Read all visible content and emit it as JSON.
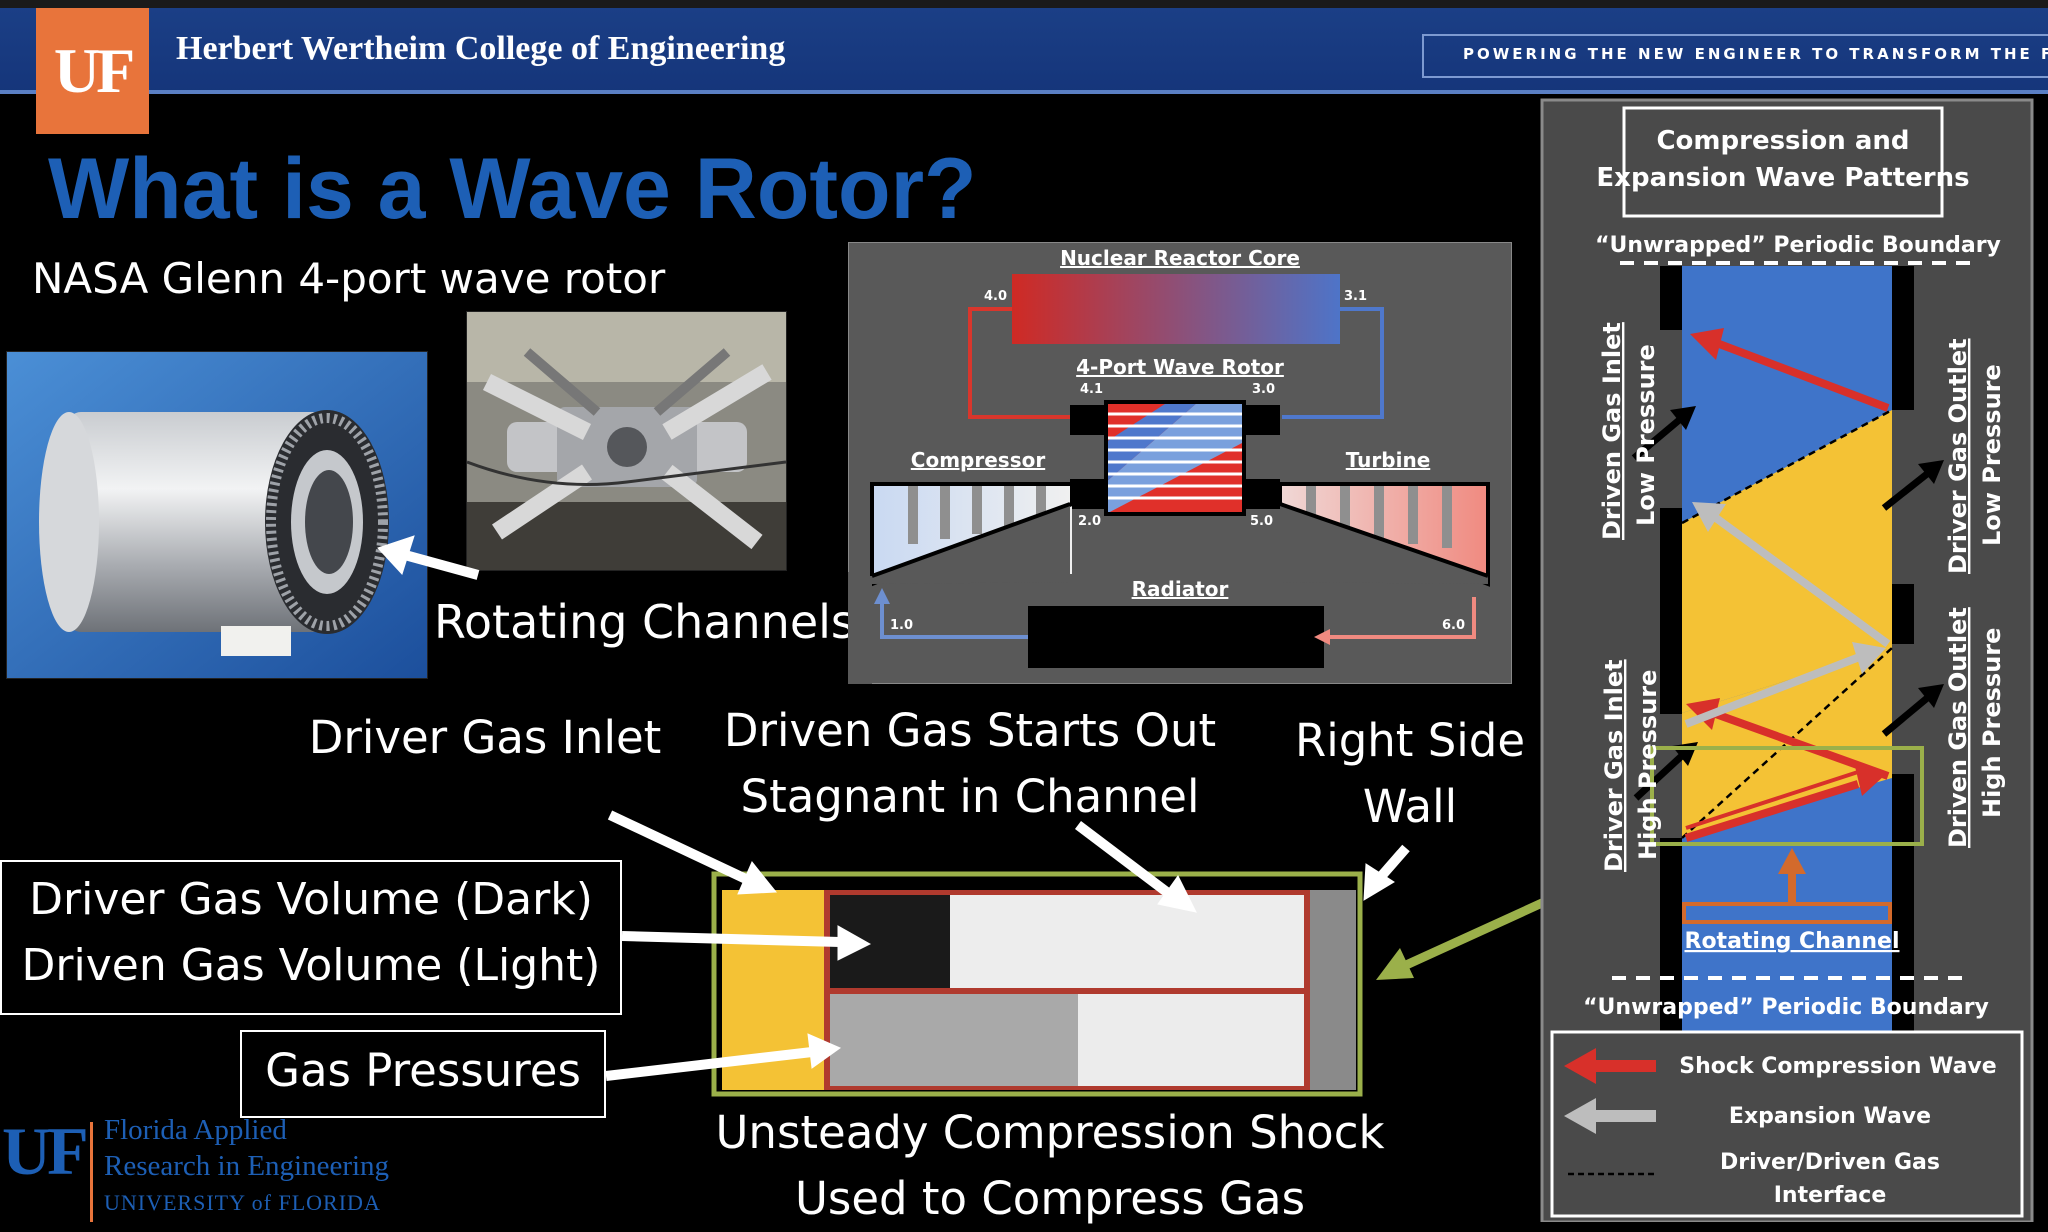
{
  "header": {
    "logo": "UF",
    "college": "Herbert Wertheim College of Engineering",
    "tagline": "POWERING THE NEW ENGINEER TO TRANSFORM THE FUTU"
  },
  "title": "What is a Wave Rotor?",
  "left": {
    "subtitle": "NASA Glenn 4-port wave rotor",
    "rotating_channels": "Rotating Channels"
  },
  "cycle": {
    "reactor": "Nuclear Reactor Core",
    "wave_rotor": "4-Port Wave Rotor",
    "compressor": "Compressor",
    "turbine": "Turbine",
    "radiator": "Radiator",
    "s40": "4.0",
    "s31": "3.1",
    "s41": "4.1",
    "s30": "3.0",
    "s20": "2.0",
    "s50": "5.0",
    "s10": "1.0",
    "s60": "6.0"
  },
  "channel": {
    "driver_gas_inlet": "Driver Gas Inlet",
    "driven_gas_starts": "Driven Gas Starts Out Stagnant in Channel",
    "right_side_wall": "Right Side Wall",
    "volume_line1": "Driver Gas Volume (Dark)",
    "volume_line2": "Driven Gas Volume (Light)",
    "gas_pressures": "Gas Pressures",
    "unsteady": "Unsteady Compression Shock Used to Compress Gas"
  },
  "waves": {
    "title_line1": "Compression and",
    "title_line2": "Expansion Wave Patterns",
    "boundary_top": "“Unwrapped” Periodic Boundary",
    "boundary_bottom": "“Unwrapped” Periodic Boundary",
    "driven_inlet_low": "Driven Gas Inlet",
    "driven_inlet_low_sub": "Low Pressure",
    "driver_inlet_high": "Driver Gas Inlet",
    "driver_inlet_high_sub": "High Pressure",
    "driver_outlet_low": "Driver Gas Outlet",
    "driver_outlet_low_sub": "Low Pressure",
    "driven_outlet_high": "Driven Gas Outlet",
    "driven_outlet_high_sub": "High Pressure",
    "rotating_channel": "Rotating Channel",
    "legend_shock": "Shock Compression Wave",
    "legend_expansion": "Expansion Wave",
    "legend_interface_1": "Driver/Driven Gas",
    "legend_interface_2": "Interface"
  },
  "footer": {
    "logo": "UF",
    "line1": "Florida Applied",
    "line2": "Research in Engineering",
    "line3": "UNIVERSITY of FLORIDA"
  },
  "colors": {
    "title_blue": "#1d5fb5",
    "uf_orange": "#e8743b",
    "wave_blue": "#3f74c9",
    "wave_yellow": "#f4c235",
    "shock_red": "#d8302a",
    "channel_green": "#9bb04a"
  }
}
